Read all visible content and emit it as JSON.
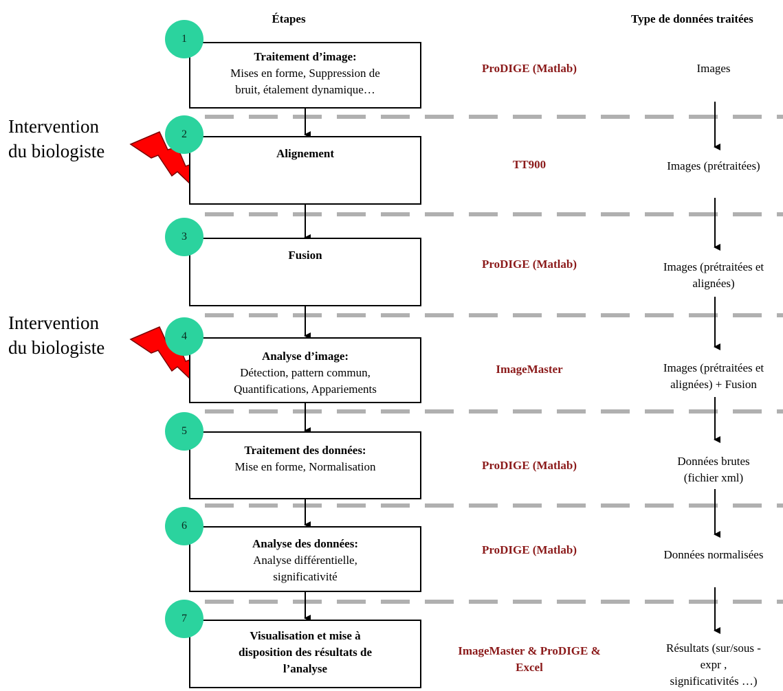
{
  "headers": {
    "etapes": "Étapes",
    "type": "Type de données traitées"
  },
  "steps": [
    {
      "num": "1",
      "title": "Traitement d’image:",
      "desc": "Mises en forme, Suppression de\nbruit, étalement dynamique…",
      "tool": "ProDIGE (Matlab)",
      "dtype": "Images"
    },
    {
      "num": "2",
      "title": "Alignement",
      "desc": "",
      "tool": "TT900",
      "dtype": "Images (prétraitées)"
    },
    {
      "num": "3",
      "title": "Fusion",
      "desc": "",
      "tool": "ProDIGE (Matlab)",
      "dtype": "Images (prétraitées et\nalignées)"
    },
    {
      "num": "4",
      "title": "Analyse d’image:",
      "desc": "Détection, pattern commun,\nQuantifications, Appariements",
      "tool": "ImageMaster",
      "dtype": "Images (prétraitées et\nalignées) + Fusion"
    },
    {
      "num": "5",
      "title": "Traitement des données:",
      "desc": "Mise en forme, Normalisation",
      "tool": "ProDIGE (Matlab)",
      "dtype": "Données brutes\n(fichier  xml)"
    },
    {
      "num": "6",
      "title": "Analyse des données:",
      "desc": "Analyse différentielle,\nsignificativité",
      "tool": "ProDIGE (Matlab)",
      "dtype": "Données normalisées"
    },
    {
      "num": "7",
      "title": "Visualisation et mise à\ndisposition des résultats de\nl’analyse",
      "desc": "",
      "tool": "ImageMaster & ProDIGE &\nExcel",
      "dtype": "Résultats (sur/sous  -\nexpr ,\nsignificativités  …)"
    }
  ],
  "interventions": [
    {
      "text": "Intervention\ndu biologiste"
    },
    {
      "text": "Intervention\ndu biologiste"
    }
  ],
  "colors": {
    "circle": "#2bd39e",
    "tool_text": "#8b1a1a",
    "dashed_line": "#b0b0b0",
    "lightning": "#ff0000"
  },
  "icons": {
    "lightning": "lightning-bolt-icon",
    "arrow": "arrow-down-icon"
  }
}
